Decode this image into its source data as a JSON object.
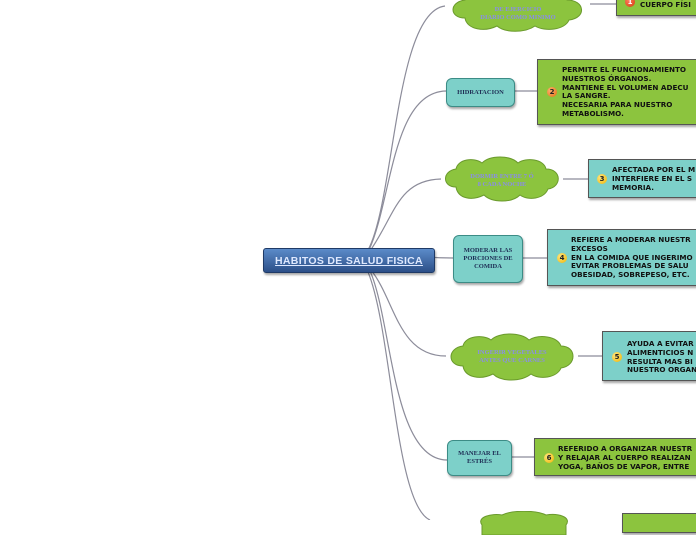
{
  "root": {
    "label": "HABITOS DE SALUD FISICA"
  },
  "topics": [
    {
      "label": "DE EJERCICIO\nDIARIO COMO MINIMO",
      "detail": "CUERPO FÍSI"
    },
    {
      "label": "HIDRATACION",
      "detail": "PERMITE EL FUNCIONAMIENTO\nNUESTROS ÓRGANOS.\nMANTIENE EL VOLUMEN ADECU\nLA SANGRE.\nNECESARIA PARA NUESTRO\nMETABOLISMO."
    },
    {
      "label": "DORMIR ENTRE 7 Ó\n8 CADA NOCHE",
      "detail": "AFECTADA POR EL M\nINTERFIERE EN EL S\nMEMORIA."
    },
    {
      "label": "MODERAR LAS\nPORCIONES DE\nCOMIDA",
      "detail": "REFIERE A MODERAR NUESTR\nEXCESOS\nEN LA COMIDA QUE INGERIMO\nEVITAR PROBLEMAS DE SALU\nOBESIDAD, SOBREPESO, ETC."
    },
    {
      "label": "INGERIR VEGETALES\nANTES QUE CARNES",
      "detail": "AYUDA A EVITAR\nALIMENTICIOS N\nRESULTA MAS BI\nNUESTRO ORGAN"
    },
    {
      "label": "MANEJAR EL\nESTRÉS",
      "detail": "REFERIDO A ORGANIZAR NUESTR\nY RELAJAR AL CUERPO REALIZAN\nYOGA, BAÑOS DE VAPOR, ENTRE"
    },
    {
      "label": "",
      "detail": ""
    }
  ],
  "badges": [
    "1",
    "2",
    "3",
    "4",
    "5",
    "6"
  ],
  "colors": {
    "root": "#2c4f88",
    "cloud": "#8cc43e",
    "teal": "#7dd0c9",
    "green_box": "#8cc43e",
    "connector": "#8c8c9a",
    "cloud_text": "#8a8de8"
  }
}
